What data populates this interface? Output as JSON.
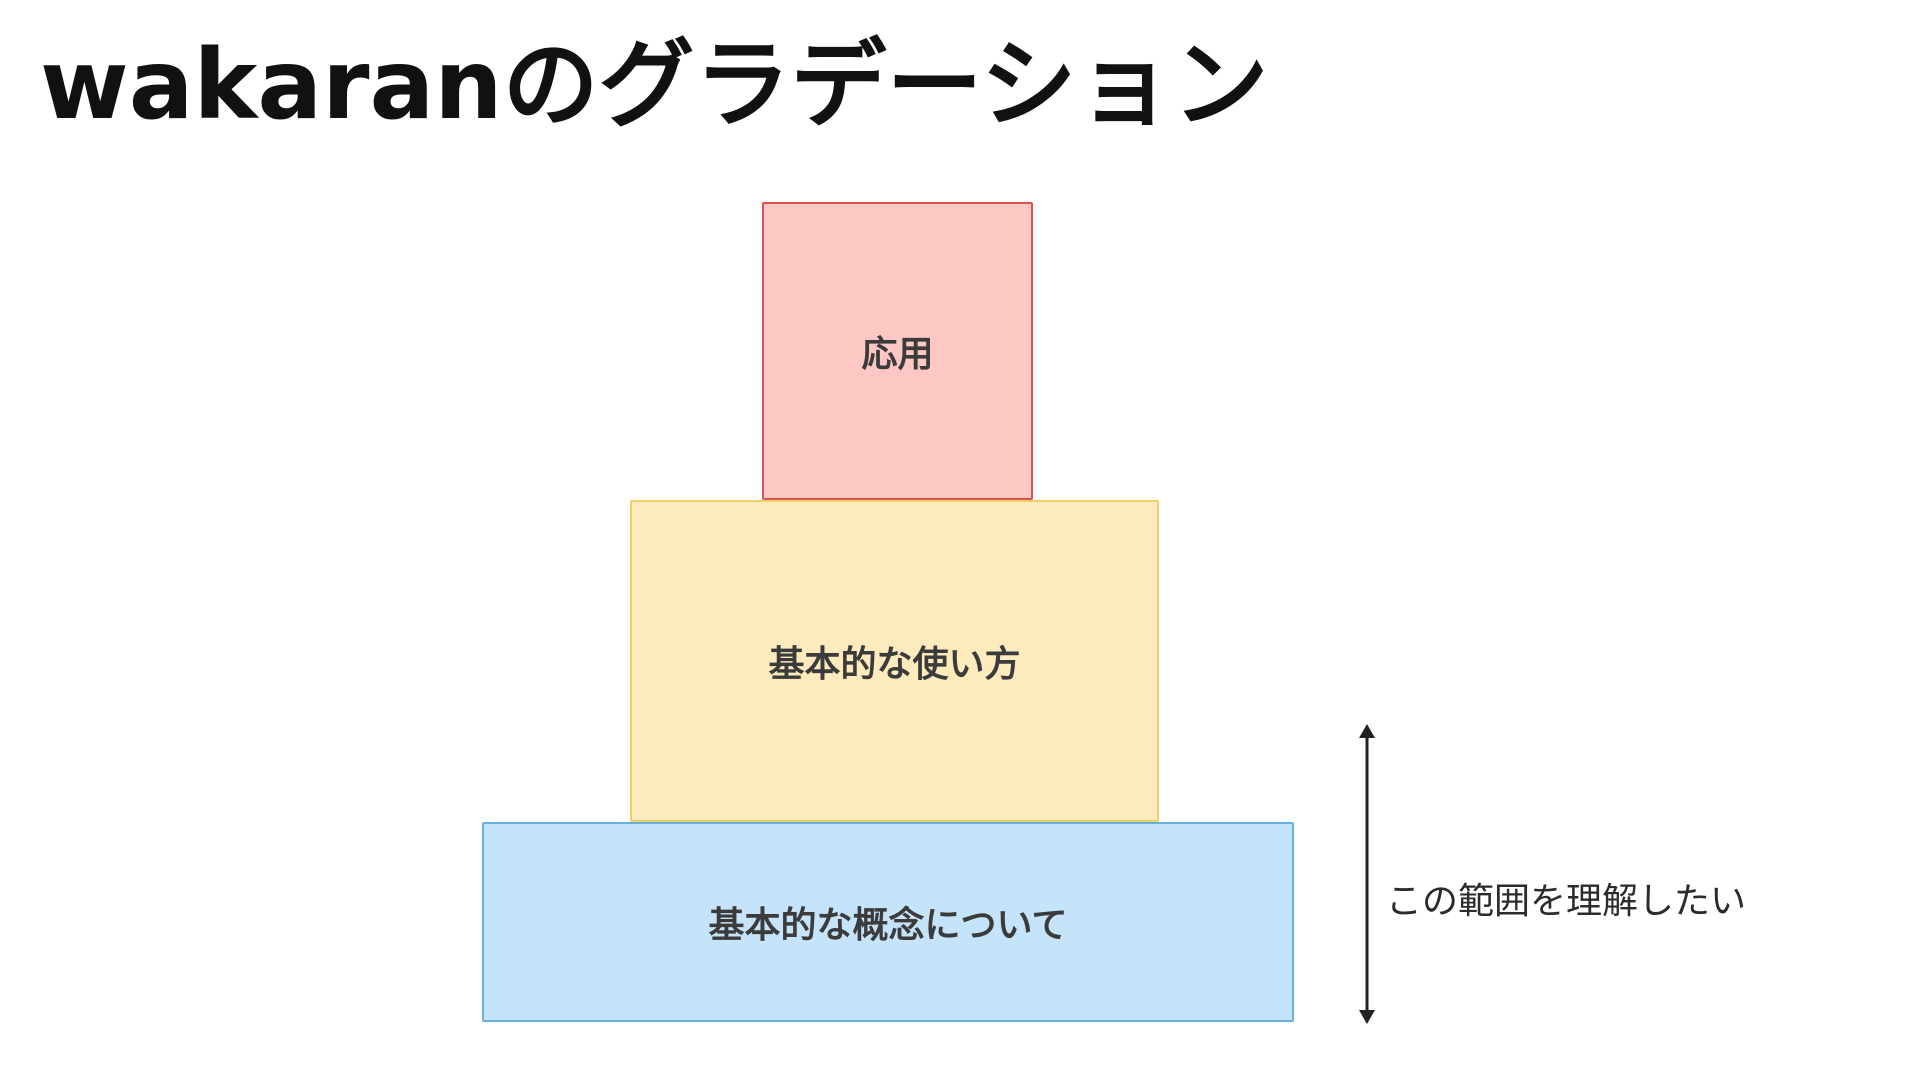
{
  "slide": {
    "title": "wakaranのグラデーション"
  },
  "pyramid": {
    "top": {
      "label": "応用",
      "fill_color": "#fdc7c3",
      "border_color": "#d9534f"
    },
    "middle": {
      "label": "基本的な使い方",
      "fill_color": "#fdebbd",
      "border_color": "#f0d066"
    },
    "bottom": {
      "label": "基本的な概念について",
      "fill_color": "#c5e4fa",
      "border_color": "#67b2dd"
    }
  },
  "range": {
    "label": "この範囲を理解したい",
    "arrow_icon": "double-headed-vertical-arrow-icon"
  }
}
